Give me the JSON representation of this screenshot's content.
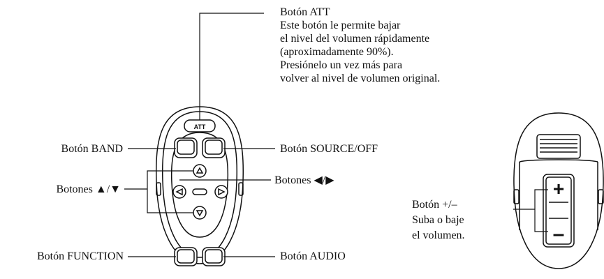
{
  "labels": {
    "att_title": "Botón ATT",
    "att_desc": [
      "Este botón le permite bajar",
      "el nivel del volumen rápidamente",
      "(aproximadamente 90%).",
      "Presiónelo un vez más para",
      "volver al nivel de volumen original."
    ],
    "band": "Botón BAND",
    "source_off": "Botón SOURCE/OFF",
    "up_down": "Botones ▲/▼",
    "left_right": "Botones ◀/▶",
    "function": "Botón FUNCTION",
    "audio": "Botón AUDIO",
    "volume_title": "Botón +/–",
    "volume_desc": [
      "Suba o baje",
      "el volumen."
    ]
  },
  "remote": {
    "att_key": "ATT",
    "plus_key": "+",
    "minus_key": "–"
  }
}
